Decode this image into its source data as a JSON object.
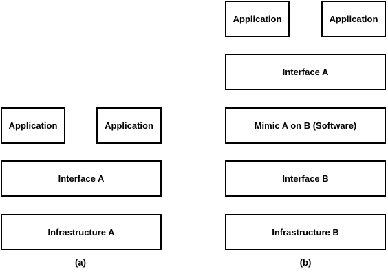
{
  "diagram_a": {
    "applications": [
      "Application",
      "Application"
    ],
    "interface": "Interface A",
    "infrastructure": "Infrastructure A",
    "caption": "(a)"
  },
  "diagram_b": {
    "applications": [
      "Application",
      "Application"
    ],
    "interface_a": "Interface A",
    "mimic": "Mimic A on B (Software)",
    "interface_b": "Interface B",
    "infrastructure": "Infrastructure B",
    "caption": "(b)"
  }
}
